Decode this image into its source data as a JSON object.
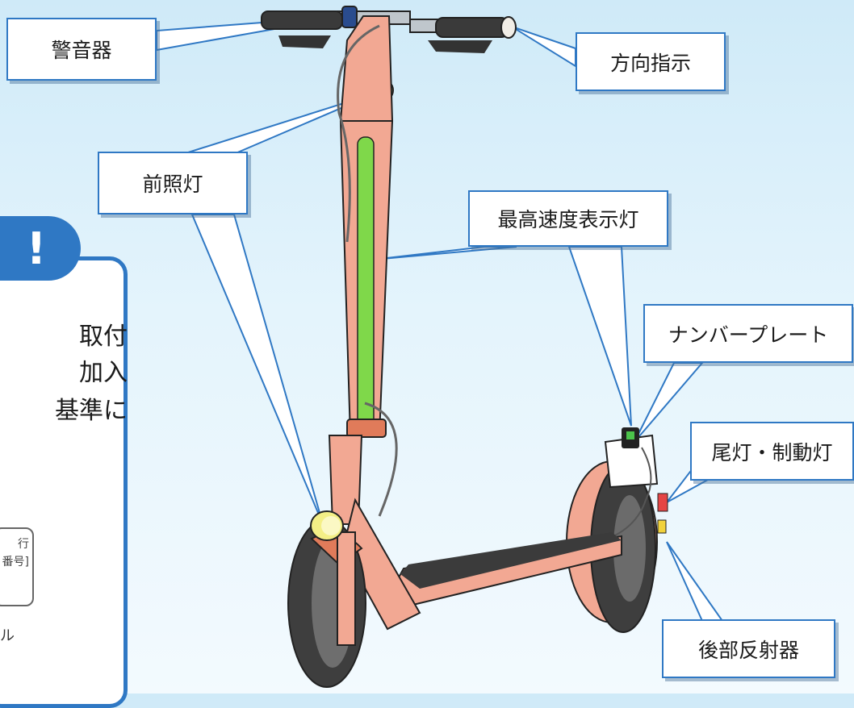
{
  "labels": {
    "horn": "警音器",
    "turn_signal": "方向指示",
    "front_light": "前照灯",
    "speed_indicator": "最高速度表示灯",
    "license_plate": "ナンバープレート",
    "tail_brake_light": "尾灯・制動灯",
    "rear_reflector": "後部反射器"
  },
  "side_panel": {
    "badge": "!",
    "line1": "取付",
    "line2": "加入",
    "line3": "基準に",
    "mark_line1": "行",
    "mark_line2": "番号]",
    "caption": "ル"
  },
  "colors": {
    "background_top": "#cfeaf8",
    "frame": "#f2a893",
    "accent": "#2f78c4",
    "speed_light": "#7fd84a",
    "head_light": "#f4ef86",
    "tire": "#4a4a4a"
  }
}
